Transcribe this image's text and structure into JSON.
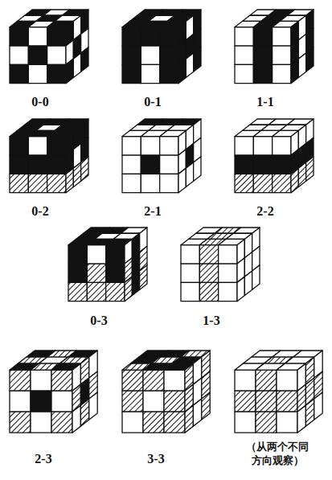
{
  "diagram": {
    "labels": [
      "0-0",
      "0-1",
      "1-1",
      "0-2",
      "2-1",
      "2-2",
      "0-3",
      "1-3",
      "2-3",
      "3-3",
      "（从两个不同 方向观察）"
    ]
  }
}
